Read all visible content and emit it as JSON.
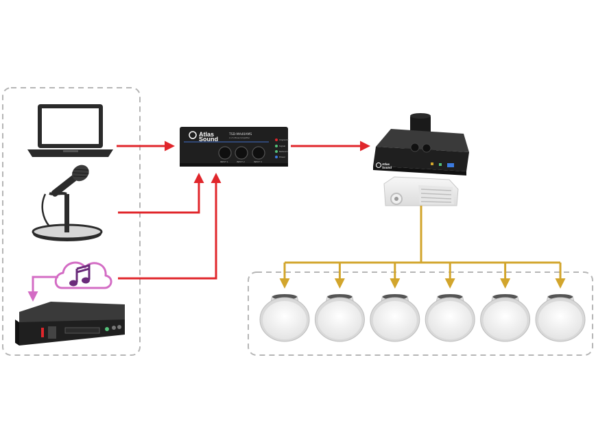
{
  "mixer": {
    "brand_line1": "Atlas",
    "brand_line2": "Sound",
    "model": "TSD-MA40AMS",
    "subtitle": "2-ch Mixer/Amplifier",
    "knob_labels": [
      "INPUT 1",
      "INPUT 2",
      "INPUT 3"
    ],
    "indicator_labels": [
      "Clip/Limit",
      "Signal",
      "Network",
      "Power"
    ]
  },
  "ceiling_amp": {
    "brand_line1": "Atlas",
    "brand_line2": "Sound"
  },
  "colors": {
    "audio_signal": "#e0262b",
    "speaker_feed": "#d2a52c",
    "streaming_link": "#d36cc4",
    "group_border": "#b5b5b5",
    "device_body": "#1f1f1f"
  },
  "icons": {
    "source_1": "laptop-icon",
    "source_2": "microphone-icon",
    "source_3": "music-cloud-icon",
    "source_4": "media-player-icon"
  },
  "speaker_count": 6
}
